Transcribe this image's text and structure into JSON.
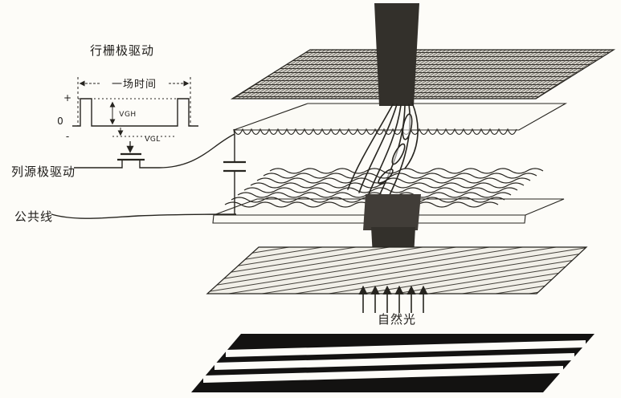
{
  "schematic": {
    "gate_drive_label": "行栅极驱动",
    "field_time_label": "一场时间",
    "axis": {
      "plus": "+",
      "zero": "0",
      "minus": "-"
    },
    "vgh_label": "VGH",
    "vgl_label": "VGL",
    "source_drive_label": "列源极驱动",
    "common_line_label": "公共线"
  },
  "stack": {
    "natural_light_label": "自然光"
  },
  "colors": {
    "ink": "#26241f",
    "beam": "#33302b",
    "pixel_window": "#413d38",
    "reflector": "#131211",
    "paper": "#fdfcf8"
  }
}
